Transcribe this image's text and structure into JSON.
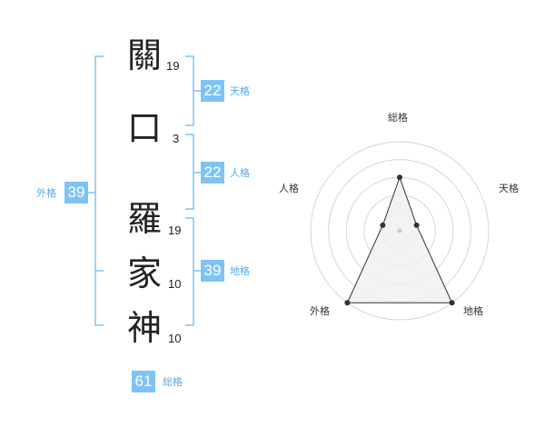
{
  "name": {
    "chars": [
      {
        "char": "關",
        "strokes": "19"
      },
      {
        "char": "口",
        "strokes": "3"
      },
      {
        "char": "羅",
        "strokes": "19"
      },
      {
        "char": "家",
        "strokes": "10"
      },
      {
        "char": "神",
        "strokes": "10"
      }
    ]
  },
  "fortune": {
    "tenkaku": {
      "label": "天格",
      "value": "22"
    },
    "jinkaku": {
      "label": "人格",
      "value": "22"
    },
    "chikaku": {
      "label": "地格",
      "value": "39"
    },
    "gaikaku": {
      "label": "外格",
      "value": "39"
    },
    "soukaku": {
      "label": "総格",
      "value": "61"
    }
  },
  "colors": {
    "accent": "#7ec3f4",
    "accent_text": "#5aa9e6",
    "text": "#222222",
    "grid": "#d6d6d6",
    "polygon_fill": "#f0f0f0"
  },
  "chart_data": {
    "type": "radar",
    "axes": [
      "総格",
      "天格",
      "地格",
      "外格",
      "人格"
    ],
    "rings": 5,
    "values": [
      3,
      1,
      5,
      5,
      1
    ],
    "max": 5
  }
}
